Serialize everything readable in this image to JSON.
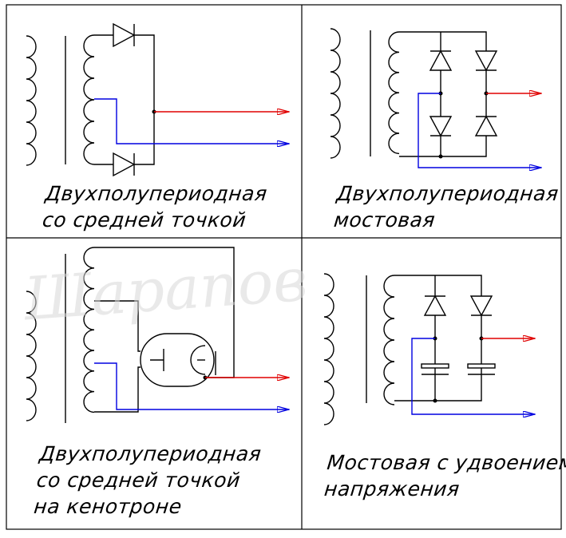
{
  "panels": {
    "center_tap": {
      "caption_lines": [
        "Двухполупериодная",
        "со средней точкой"
      ]
    },
    "bridge": {
      "caption_lines": [
        "Двухполупериодная",
        "мостовая"
      ]
    },
    "kenotron": {
      "caption_lines": [
        "Двухполупериодная",
        "со средней точкой",
        "на кенотроне"
      ]
    },
    "doubler": {
      "caption_lines": [
        "Мостовая с удвоением",
        "напряжения"
      ]
    }
  },
  "watermark": "Шарапов",
  "colors": {
    "line": "#000000",
    "positive": "#e00000",
    "negative": "#0000e0",
    "frame": "#000000"
  }
}
